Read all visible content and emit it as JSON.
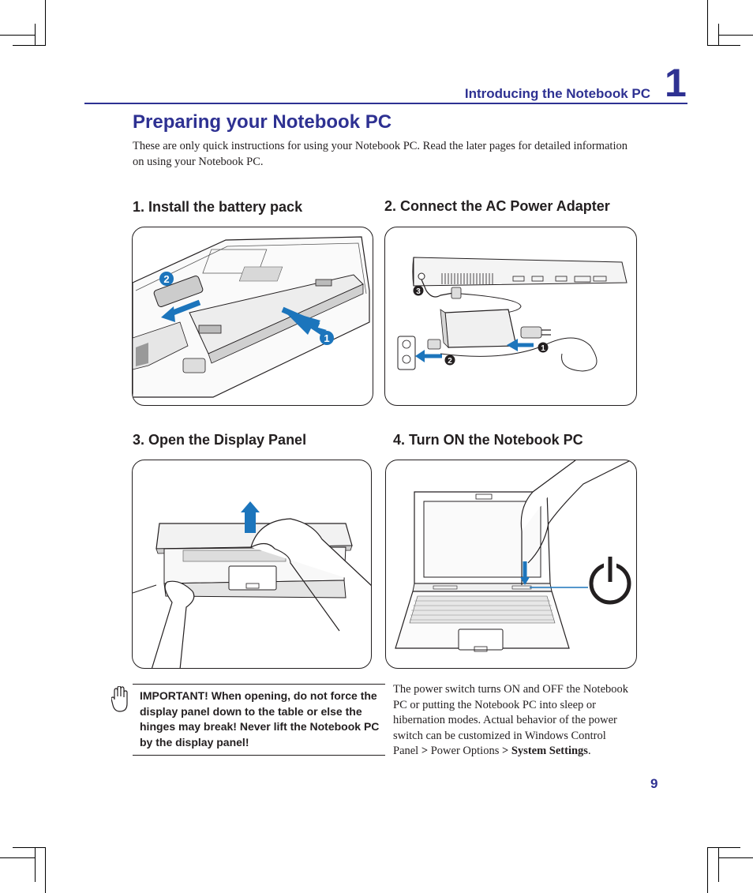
{
  "header": {
    "title": "Introducing the Notebook PC",
    "chapter_number": "1"
  },
  "page": {
    "title": "Preparing your Notebook PC",
    "intro": "These are only quick instructions for using your Notebook PC. Read the later pages for detailed information on using your Notebook PC.",
    "page_number": "9"
  },
  "steps": [
    {
      "title": "1. Install the battery pack"
    },
    {
      "title": "2. Connect the AC Power Adapter"
    },
    {
      "title": "3. Open the Display Panel"
    },
    {
      "title": "4. Turn ON the Notebook PC"
    }
  ],
  "callouts": {
    "one": "1",
    "two": "2",
    "three": "3"
  },
  "important": {
    "text": "IMPORTANT!  When opening, do not force the display panel down to the table or else the hinges may break! Never lift the Notebook PC by the display panel!",
    "icon": "raised-hand-icon"
  },
  "power_note": {
    "text_before": "The power switch turns ON and OFF the Notebook PC or putting the Notebook PC into sleep or hibernation modes. Actual behavior of the power switch can be customized in Windows Control Panel ",
    "gt1": ">",
    "mid": " Power Options ",
    "gt2": ">",
    "bold_end": " System Settings",
    "period": "."
  },
  "colors": {
    "accent": "#2e3192",
    "arrow_blue": "#1c75bc",
    "text": "#231f20"
  }
}
